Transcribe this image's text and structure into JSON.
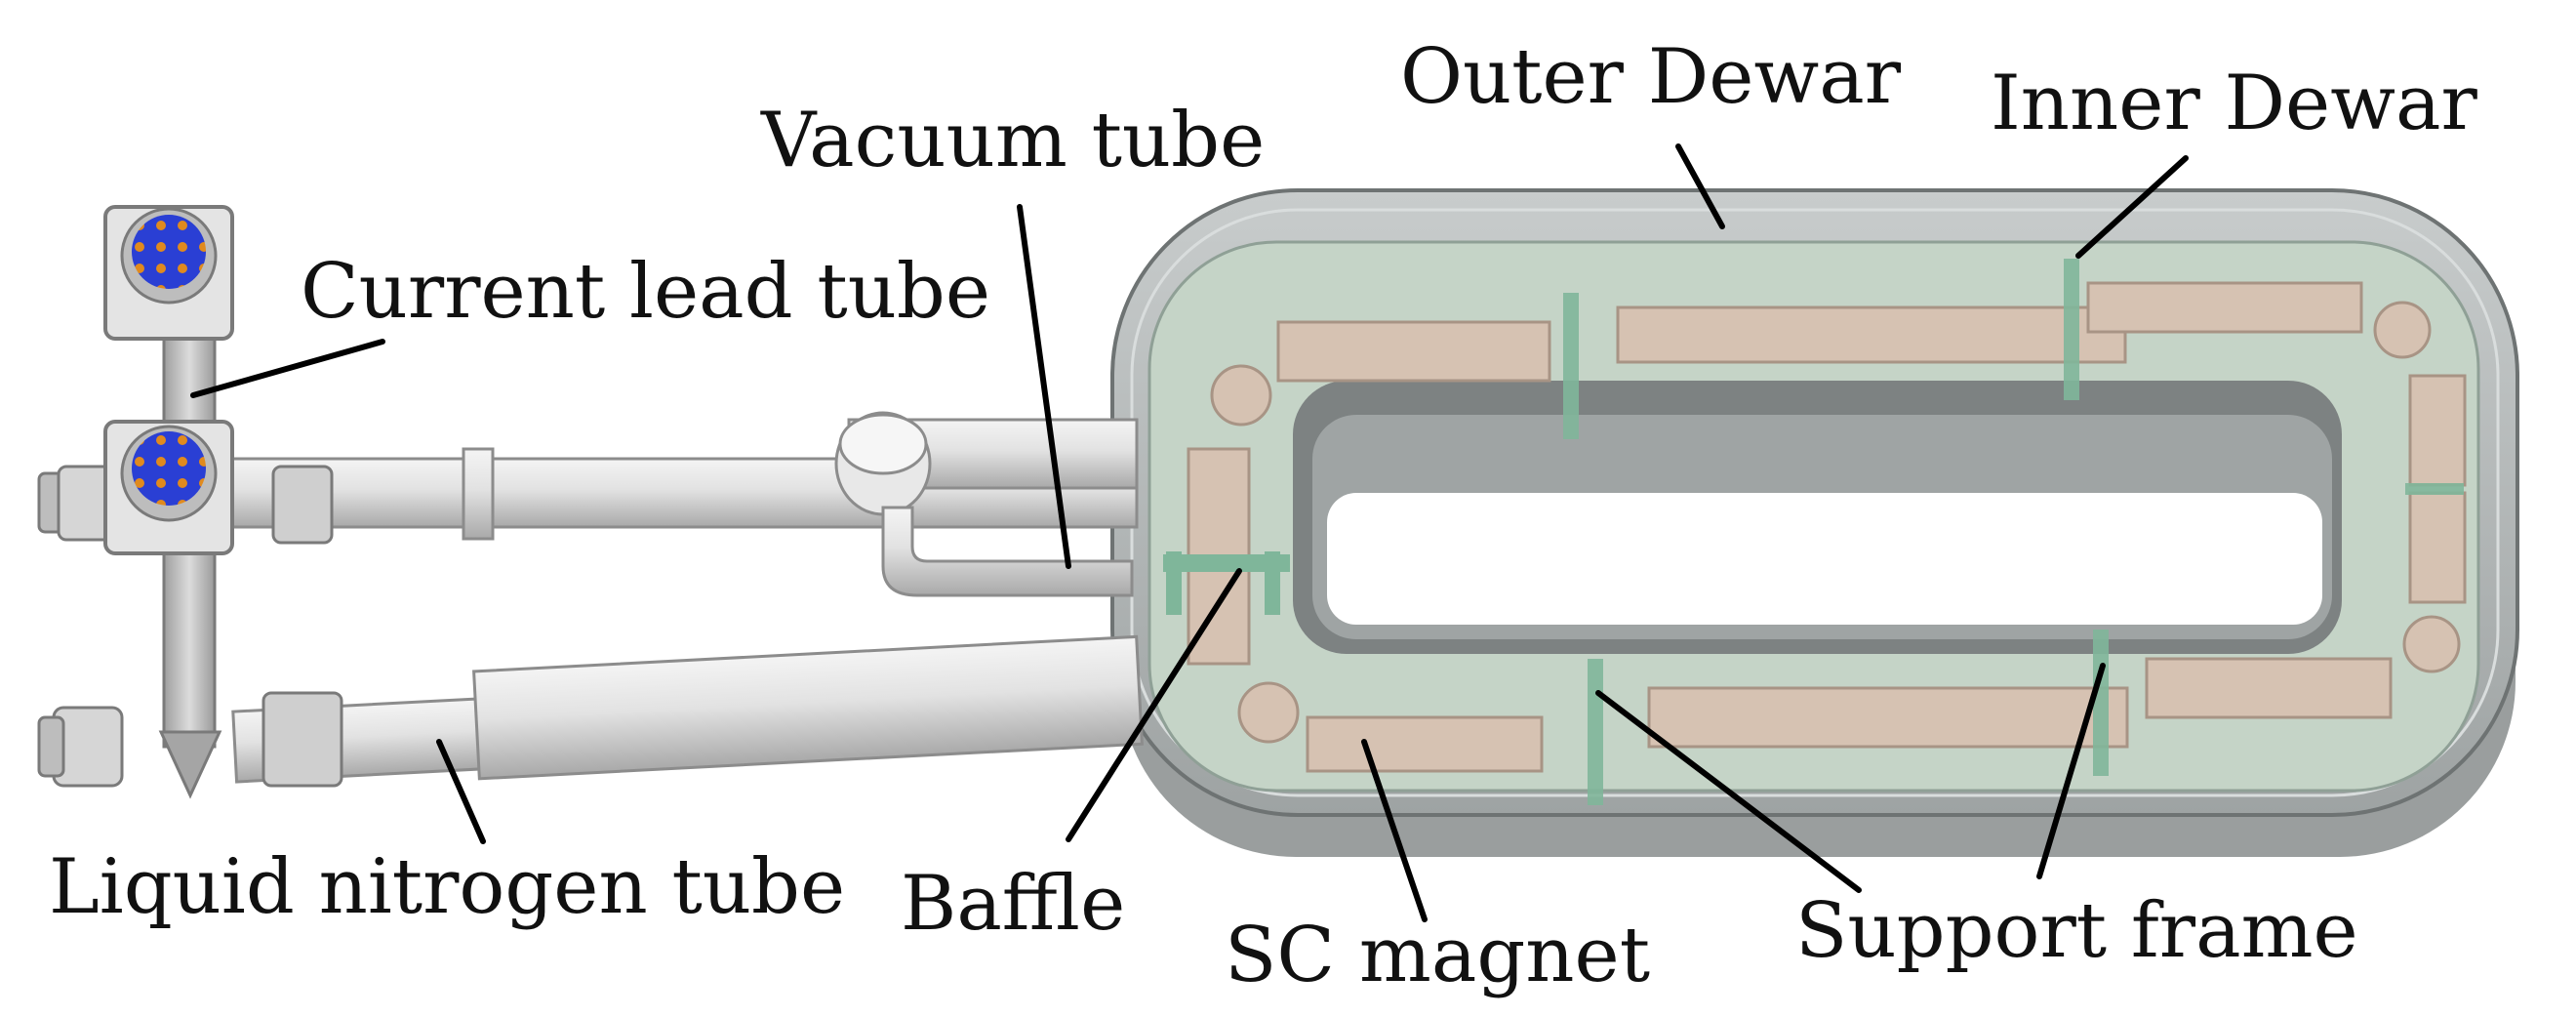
{
  "labels": {
    "outer_dewar": "Outer Dewar",
    "inner_dewar": "Inner Dewar",
    "vacuum_tube": "Vacuum tube",
    "current_lead_tube": "Current lead tube",
    "liquid_nitrogen_tube": "Liquid nitrogen tube",
    "baffle": "Baffle",
    "sc_magnet": "SC magnet",
    "support_frame": "Support frame"
  },
  "colors": {
    "background": "#ffffff",
    "pipe_metal": "#d9d9d9",
    "dewar_shell": "#b4b8b8",
    "inner_dewar": "#c5d4c7",
    "magnet_coil": "#d6c2b2",
    "support_frame": "#7fb69a",
    "connector_pins_blue": "#2a3fd4",
    "connector_pins_orange": "#e08a1e"
  }
}
